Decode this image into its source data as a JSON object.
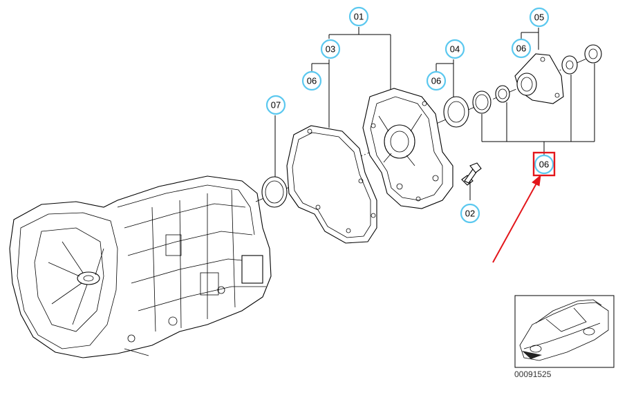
{
  "callouts": {
    "c01": "01",
    "c02": "02",
    "c03": "03",
    "c04": "04",
    "c05": "05",
    "c06_a": "06",
    "c06_b": "06",
    "c06_c": "06",
    "c06_highlight": "06",
    "c07": "07"
  },
  "reference_number": "00091525",
  "colors": {
    "callout_ring": "#5bc8ef",
    "highlight": "#e3161b",
    "line": "#000000"
  }
}
